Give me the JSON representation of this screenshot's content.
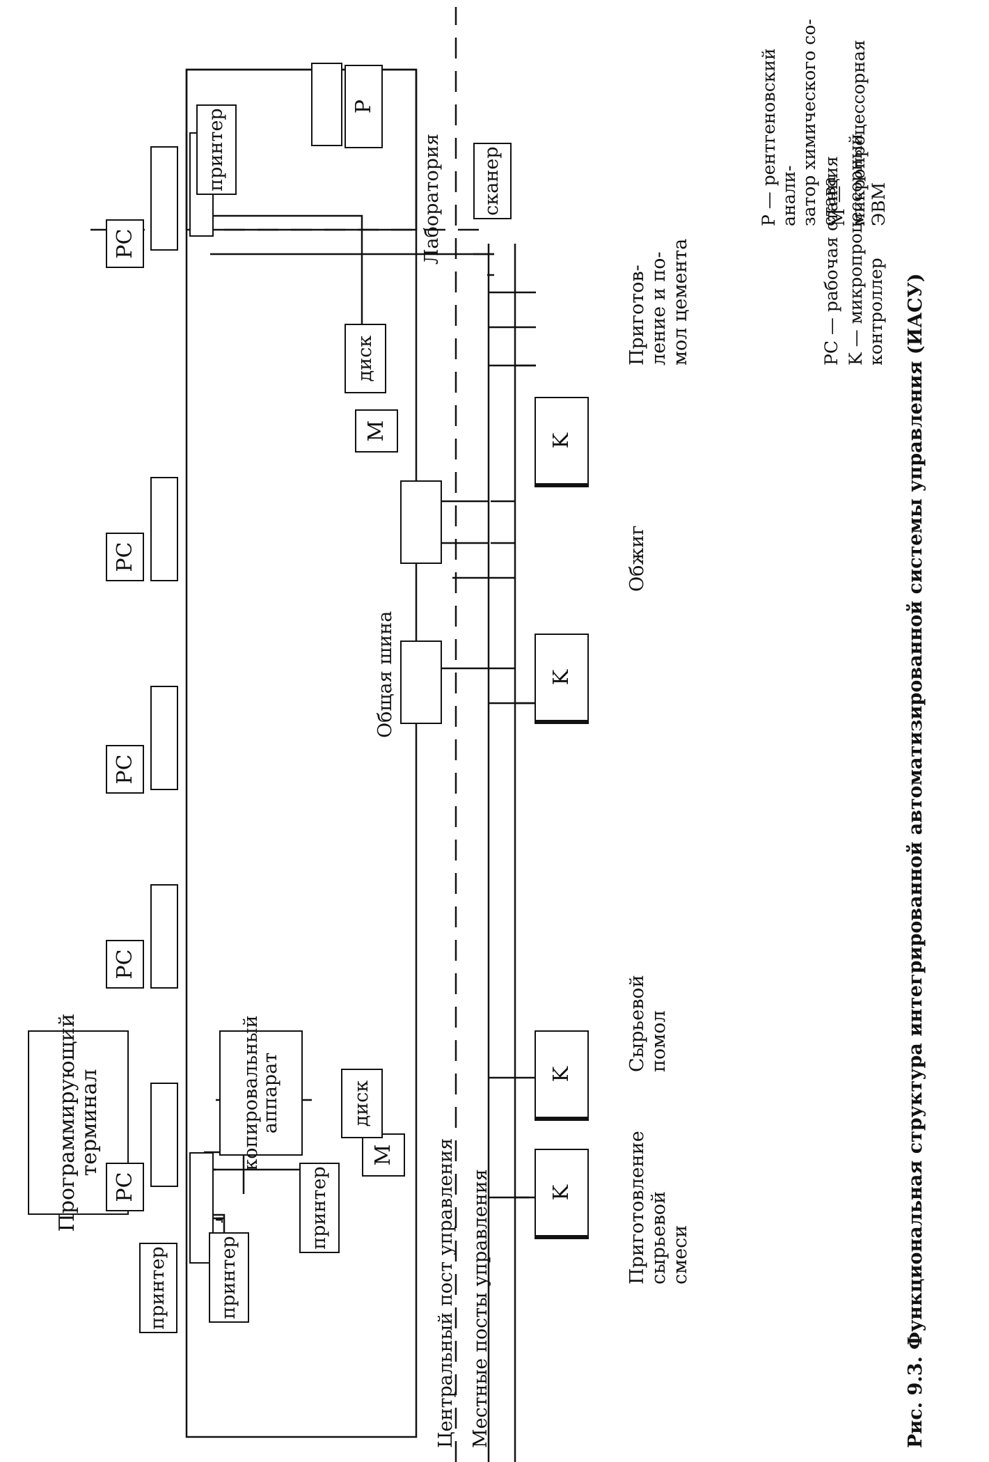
{
  "labels": {
    "prog_terminal": "Программирующий\nтерминал",
    "printer": "принтер",
    "pc": "PC",
    "copier": "копировальный\nаппарат",
    "disk": "диск",
    "m": "M",
    "r": "P",
    "k": "K",
    "scanner": "сканер",
    "common_bus": "Общая шина",
    "laboratory": "Лаборатория",
    "central_post": "Центральный пост управления",
    "local_posts": "Местные посты управления"
  },
  "sections": [
    "Приготовление\nсырьевой\nсмеси",
    "Сырьевой\nпомол",
    "Обжиг",
    "Приготов-\nление и по-\nмол цемента"
  ],
  "legend": [
    "P — рентгеновский анали-\n       затор химического со-\n       става",
    "M — микропроцессорная\n       ЭВМ",
    "PC — рабочая станция",
    "K — микропроцессорный\n       контроллер"
  ],
  "caption": "Рис. 9.3. Функциональная структура интегрированной автоматизированной системы управления (ИАСУ)"
}
